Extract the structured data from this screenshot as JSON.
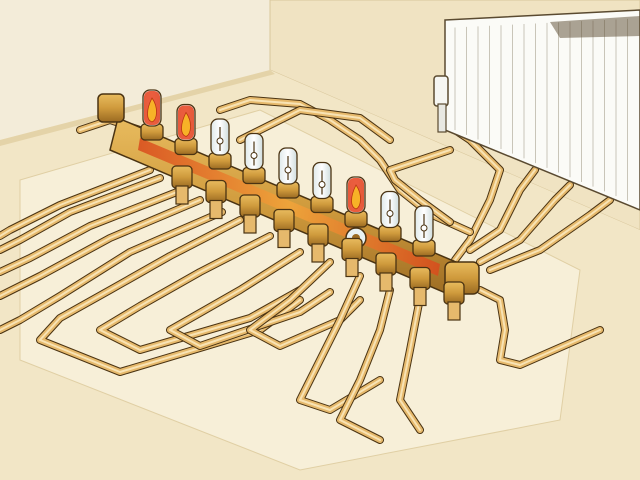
{
  "illustration": {
    "subject": "underfloor-heating-manifold",
    "colors": {
      "wall": "#f0e3c2",
      "floor": "#f2e6c6",
      "pipe": "#e6b96c",
      "pipe_highlight": "#f8e3b4",
      "outline": "#4a3312",
      "brass": "#cf9a3c",
      "brass_dark": "#9a6a22",
      "flame_hot": "#e8411c",
      "flame_warm": "#f7b227",
      "glass": "#e9f1f2",
      "radiator": "#fbfbf7"
    },
    "flow_meters": [
      {
        "state": "hot"
      },
      {
        "state": "hot"
      },
      {
        "state": "cold"
      },
      {
        "state": "cold"
      },
      {
        "state": "cold"
      },
      {
        "state": "cold"
      },
      {
        "state": "hot"
      },
      {
        "state": "cold"
      },
      {
        "state": "cold"
      }
    ],
    "icons": [
      "flame-icon",
      "radiator-icon",
      "valve-icon",
      "pump-icon"
    ]
  }
}
